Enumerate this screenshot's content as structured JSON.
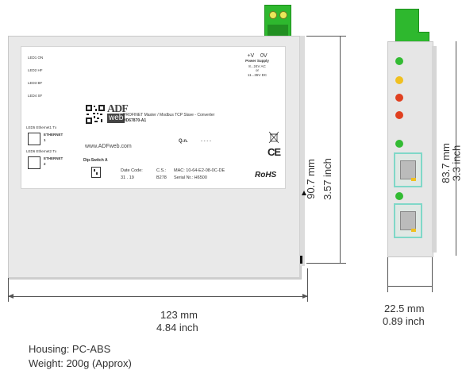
{
  "front": {
    "leds": [
      "LED1 ON",
      "LED2 HF",
      "LED3 BF",
      "LED4 SF"
    ],
    "ports": [
      {
        "led": "LED5 Ethernet1 Tx",
        "label": "ETHERNET",
        "num": "1"
      },
      {
        "led": "LED6 Ethernet2 Tx",
        "label": "ETHERNET",
        "num": "2"
      }
    ],
    "logo": "ADF",
    "logo_sub": "web",
    "website": "www.ADFweb.com",
    "product_desc": "PROFINET Master / Modbus TCP Slave - Converter",
    "product_code": "HD67870-A1",
    "qn_label": "Q.n.",
    "qn_value": "- - - -",
    "dip_label": "Dip-Switch A",
    "date_code_label": "Date Code:",
    "date_code_value": "31 . 19",
    "cs_label": "C.S.:",
    "cs_value": "B278",
    "mac": "MAC: 10-64-E2-08-0C-DE",
    "serial": "Serial Nr.: H6500",
    "power_v_plus": "+V",
    "power_v_zero": "0V",
    "power_title": "Power Supply",
    "power_range1": "8...24V AC",
    "power_or": "or",
    "power_range2": "11...35V DC",
    "ce": "CE",
    "rohs": "RoHS"
  },
  "dimensions": {
    "width_mm": "123 mm",
    "width_inch": "4.84 inch",
    "height_mm": "90.7 mm",
    "height_inch": "3.57 inch",
    "side_height_mm": "83.7 mm",
    "side_height_inch": "3.3 inch",
    "depth_mm": "22.5 mm",
    "depth_inch": "0.89 inch"
  },
  "specs": {
    "housing": "Housing: PC-ABS",
    "weight": "Weight: 200g (Approx)"
  },
  "colors": {
    "terminal_green": "#2eb82e",
    "led_green": "#33bb33",
    "led_yellow": "#f0c020",
    "led_red": "#e04020",
    "port_teal": "#7fd8c8"
  }
}
